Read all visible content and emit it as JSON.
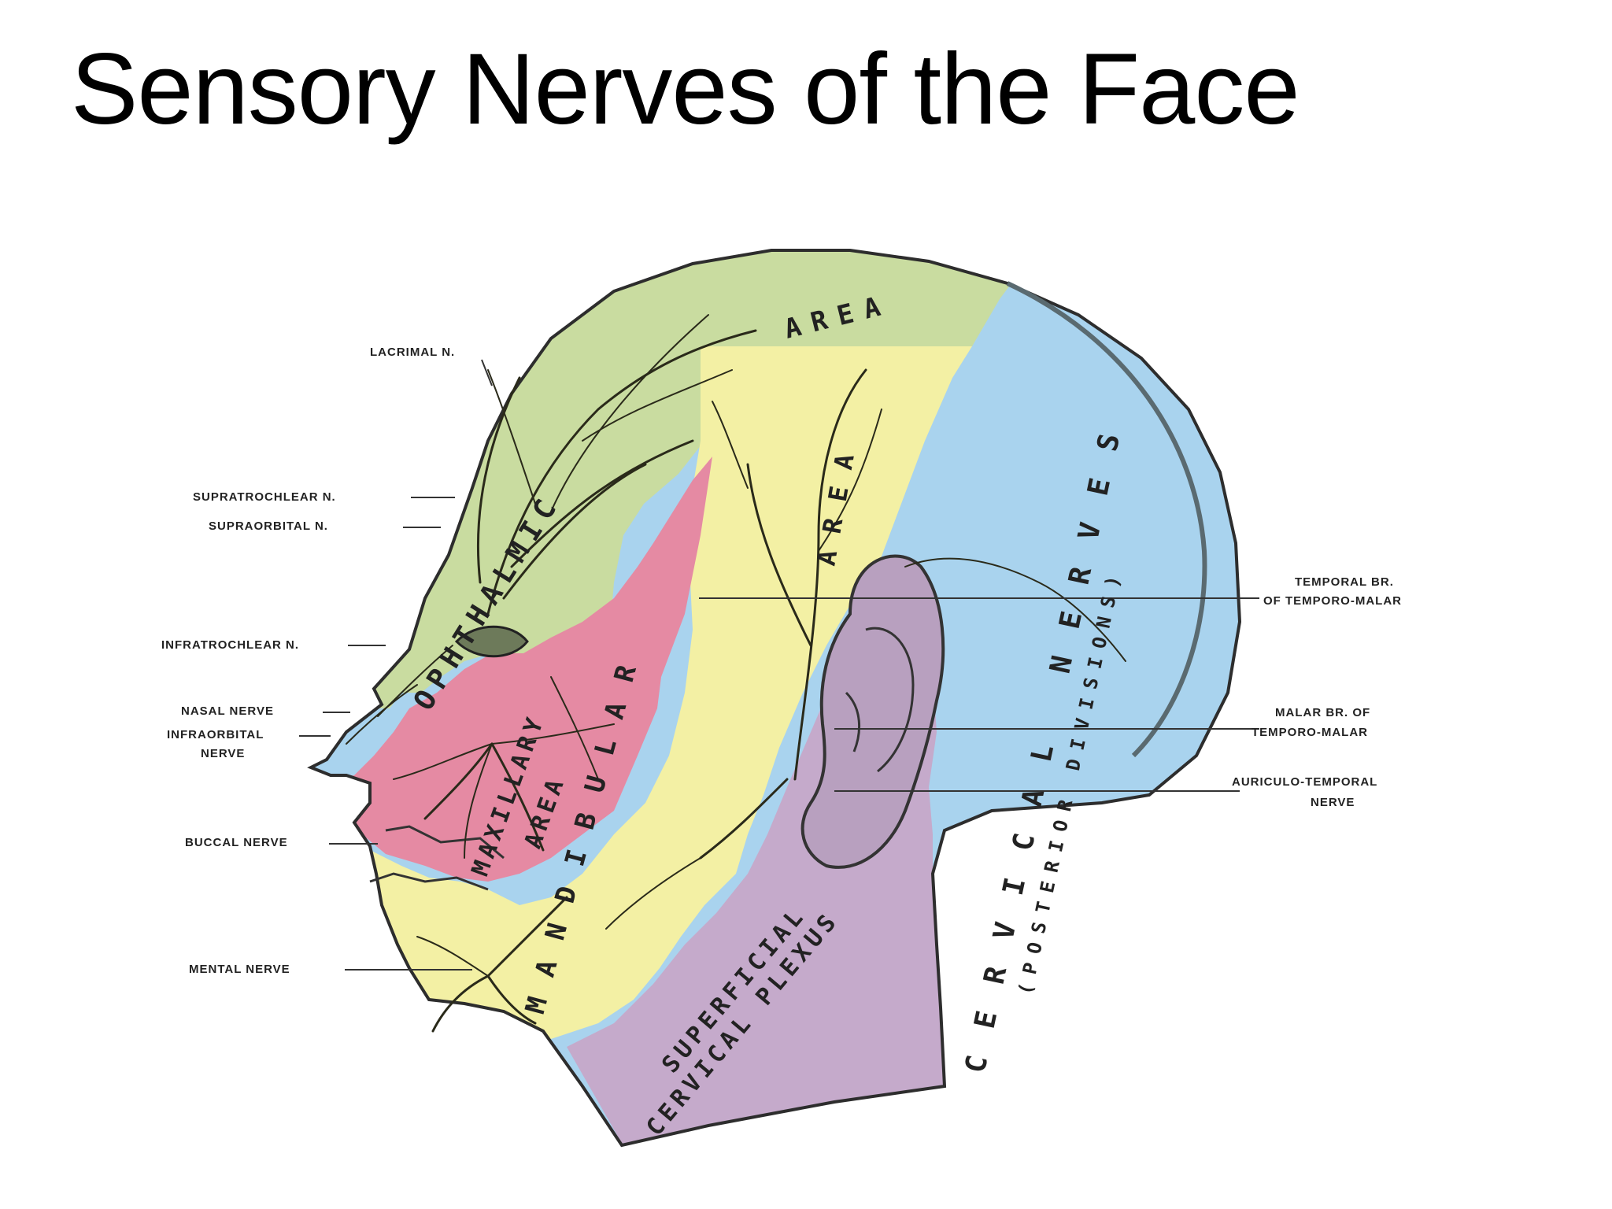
{
  "title": "Sensory Nerves of the Face",
  "colors": {
    "ophthalmic": "#c9dca0",
    "maxillary": "#e58aa3",
    "mandibular": "#f3f0a4",
    "cervical_plexus": "#c5aacb",
    "cervical_nerves": "#a9d3ee",
    "background": "#ffffff"
  },
  "left_labels": {
    "lacrimal": "LACRIMAL N.",
    "supratrochlear": "SUPRATROCHLEAR N.",
    "supraorbital": "SUPRAORBITAL N.",
    "infratrochlear": "INFRATROCHLEAR N.",
    "nasal": "NASAL NERVE",
    "infraorbital_1": "INFRAORBITAL",
    "infraorbital_2": "NERVE",
    "buccal": "BUCCAL NERVE",
    "mental": "MENTAL NERVE"
  },
  "right_labels": {
    "temporal_1": "TEMPORAL BR.",
    "temporal_2": "OF TEMPORO-MALAR",
    "malar_1": "MALAR BR. OF",
    "malar_2": "TEMPORO-MALAR",
    "auriculo_1": "AURICULO-TEMPORAL",
    "auriculo_2": "NERVE"
  },
  "area_labels": {
    "ophthalmic_a": "OPHTHALMIC",
    "ophthalmic_b": "AREA",
    "mandibular_a": "MANDIBULAR",
    "mandibular_b": "AREA",
    "maxillary_a": "MAXILLARY",
    "maxillary_b": "AREA",
    "cervical_a": "CERVICAL NERVES",
    "cervical_b": "(POSTERIOR DIVISIONS)",
    "plexus_a": "SUPERFICIAL",
    "plexus_b": "CERVICAL PLEXUS"
  }
}
